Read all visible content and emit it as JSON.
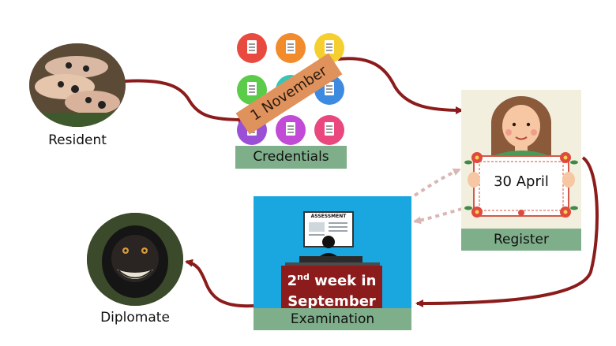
{
  "nodes": {
    "resident": {
      "label": "Resident"
    },
    "credentials": {
      "label": "Credentials",
      "date": "1 November"
    },
    "register": {
      "label": "Register",
      "date": "30 April"
    },
    "examination": {
      "label": "Examination",
      "date_prefix": "2",
      "date_sup": "nd",
      "date_line1_rest": " week in",
      "date_line2": "September",
      "screen_text": "ASSESSMENT"
    },
    "diplomate": {
      "label": "Diplomate"
    }
  },
  "colors": {
    "arrow": "#8c1c1c",
    "dashed_arrow": "#d9b7b4",
    "label_bar": "#7fae8a",
    "exam_bg": "#1aa7e0",
    "register_bg": "#f3efdf",
    "date_box": "#8c1c1c",
    "ribbon": "#e0925c"
  },
  "credential_icons": [
    {
      "name": "doc-red-icon",
      "color": "#e94a3f"
    },
    {
      "name": "doc-orange-icon",
      "color": "#f28b2c"
    },
    {
      "name": "doc-yellow-icon",
      "color": "#f5cf2d"
    },
    {
      "name": "doc-green-icon",
      "color": "#5bcb4a"
    },
    {
      "name": "doc-teal-icon",
      "color": "#36c6b4"
    },
    {
      "name": "doc-blue-icon",
      "color": "#3d8be0"
    },
    {
      "name": "doc-purple-icon",
      "color": "#9b4fd6"
    },
    {
      "name": "doc-magenta-icon",
      "color": "#c14ad6"
    },
    {
      "name": "doc-pink-icon",
      "color": "#e9477d"
    }
  ]
}
